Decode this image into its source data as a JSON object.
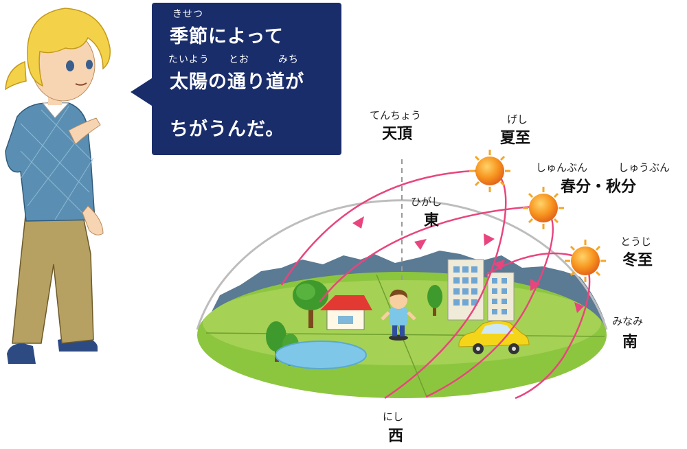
{
  "speech": {
    "line1_ruby": "きせつ",
    "line1": "季節によって",
    "line2_ruby1": "たいよう",
    "line2_ruby2": "とお",
    "line2_ruby3": "みち",
    "line2": "太陽の通り道が",
    "line3": "ちがうんだ。"
  },
  "labels": {
    "zenith_ruby": "てんちょう",
    "zenith": "天頂",
    "summer_ruby": "げし",
    "summer": "夏至",
    "equinox_ruby1": "しゅんぶん",
    "equinox_ruby2": "しゅうぶん",
    "equinox": "春分・秋分",
    "winter_ruby": "とうじ",
    "winter": "冬至",
    "east_ruby": "ひがし",
    "east": "東",
    "south_ruby": "みなみ",
    "south": "南",
    "west_ruby": "にし",
    "west": "西"
  },
  "colors": {
    "bubble": "#1a2d6b",
    "sun_path": "#e8457e",
    "sun": "#f08a1c",
    "ground": "#8cc63f",
    "dome": "#bdbdbd"
  },
  "icons": {
    "character": "girl-pointing",
    "sun": "sun-icon",
    "observer": "child-figure",
    "house": "house-icon",
    "car": "car-icon",
    "building": "building-icon",
    "tree": "tree-icon",
    "pond": "pond"
  }
}
